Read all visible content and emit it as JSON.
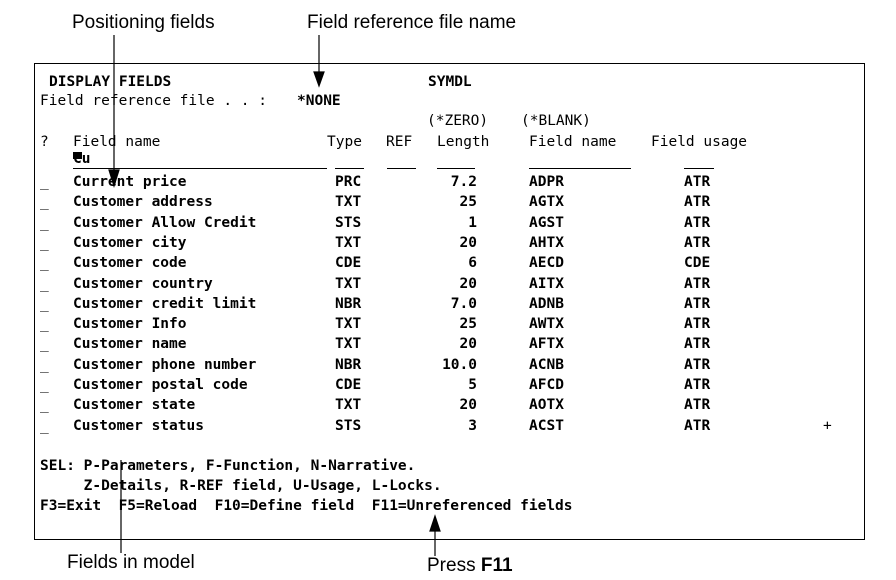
{
  "callouts": {
    "positioning_fields": "Positioning fields",
    "field_reference_file_name": "Field reference file name",
    "fields_in_model": "Fields in model",
    "press_prefix": "Press ",
    "press_key": "F11"
  },
  "screen": {
    "title": "DISPLAY FIELDS",
    "model_name": "SYMDL",
    "ref_file_label": "Field reference file . . :",
    "ref_file_value": "*NONE",
    "zero_hint": "(*ZERO)",
    "blank_hint": "(*BLANK)",
    "headers": {
      "sel": "?",
      "field_name": "Field name",
      "type": "Type",
      "ref": "REF",
      "length": "Length",
      "dds_name": "Field name",
      "usage": "Field usage"
    },
    "position_input": "Cu",
    "rows": [
      {
        "sel": "_",
        "name": "Current price",
        "type": "PRC",
        "length": "7.2",
        "dds": "ADPR",
        "usage": "ATR"
      },
      {
        "sel": "_",
        "name": "Customer address",
        "type": "TXT",
        "length": "25",
        "dds": "AGTX",
        "usage": "ATR"
      },
      {
        "sel": "_",
        "name": "Customer Allow Credit",
        "type": "STS",
        "length": "1",
        "dds": "AGST",
        "usage": "ATR"
      },
      {
        "sel": "_",
        "name": "Customer city",
        "type": "TXT",
        "length": "20",
        "dds": "AHTX",
        "usage": "ATR"
      },
      {
        "sel": "_",
        "name": "Customer code",
        "type": "CDE",
        "length": "6",
        "dds": "AECD",
        "usage": "CDE"
      },
      {
        "sel": "_",
        "name": "Customer country",
        "type": "TXT",
        "length": "20",
        "dds": "AITX",
        "usage": "ATR"
      },
      {
        "sel": "_",
        "name": "Customer credit limit",
        "type": "NBR",
        "length": "7.0",
        "dds": "ADNB",
        "usage": "ATR"
      },
      {
        "sel": "_",
        "name": "Customer Info",
        "type": "TXT",
        "length": "25",
        "dds": "AWTX",
        "usage": "ATR"
      },
      {
        "sel": "_",
        "name": "Customer name",
        "type": "TXT",
        "length": "20",
        "dds": "AFTX",
        "usage": "ATR"
      },
      {
        "sel": "_",
        "name": "Customer phone number",
        "type": "NBR",
        "length": "10.0",
        "dds": "ACNB",
        "usage": "ATR"
      },
      {
        "sel": "_",
        "name": "Customer postal code",
        "type": "CDE",
        "length": "5",
        "dds": "AFCD",
        "usage": "ATR"
      },
      {
        "sel": "_",
        "name": "Customer state",
        "type": "TXT",
        "length": "20",
        "dds": "AOTX",
        "usage": "ATR"
      },
      {
        "sel": "_",
        "name": "Customer status",
        "type": "STS",
        "length": "3",
        "dds": "ACST",
        "usage": "ATR"
      }
    ],
    "more_indicator": "+",
    "sel_line1": "SEL: P-Parameters, F-Function, N-Narrative.",
    "sel_line2": "     Z-Details, R-REF field, U-Usage, L-Locks.",
    "fkeys": "F3=Exit  F5=Reload  F10=Define field  F11=Unreferenced fields"
  }
}
